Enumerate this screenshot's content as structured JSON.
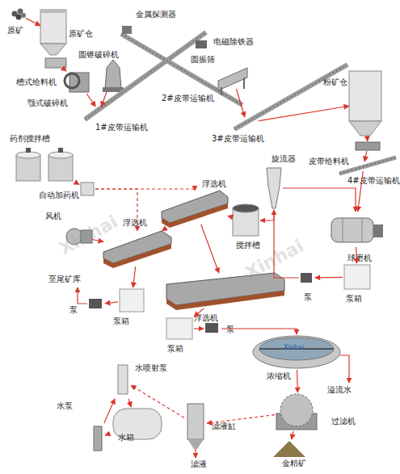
{
  "diagram": {
    "nodes": [
      {
        "text": [
          "原矿"
        ]
      },
      {
        "text": [
          "原矿仓"
        ]
      },
      {
        "text": [
          "槽式给料机"
        ]
      },
      {
        "text": [
          "颚式破碎机"
        ]
      },
      {
        "text": [
          "圆锥破碎机"
        ]
      },
      {
        "text": [
          "金属探测器"
        ]
      },
      {
        "text": [
          "电磁除铁器"
        ]
      },
      {
        "text": [
          "圆振筛"
        ]
      },
      {
        "text": [
          "1#皮带运输机"
        ]
      },
      {
        "text": [
          "2#皮带运输机"
        ]
      },
      {
        "text": [
          "3#皮带运输机"
        ]
      },
      {
        "text": [
          "粉矿仓"
        ]
      },
      {
        "text": [
          "皮带给料机"
        ]
      },
      {
        "text": [
          "4#皮带运输机"
        ]
      },
      {
        "text": [
          "药剂搅拌槽"
        ]
      },
      {
        "text": [
          "自动加药机"
        ]
      },
      {
        "text": [
          "浮选机"
        ]
      },
      {
        "text": [
          "旋流器"
        ]
      },
      {
        "text": [
          "风机"
        ]
      },
      {
        "text": [
          "搅拌槽"
        ]
      },
      {
        "text": [
          "球磨机"
        ]
      },
      {
        "text": [
          "浮选机"
        ]
      },
      {
        "text": [
          "泵箱"
        ]
      },
      {
        "text": [
          "泵"
        ]
      },
      {
        "text": [
          "泵"
        ]
      },
      {
        "text": [
          "泵箱"
        ]
      },
      {
        "text": [
          "浮选机"
        ]
      },
      {
        "text": [
          "泵箱"
        ]
      },
      {
        "text": [
          "泵"
        ]
      },
      {
        "text": [
          "浓缩机"
        ]
      },
      {
        "text": [
          "水喷射泵"
        ]
      },
      {
        "text": [
          "过滤机"
        ]
      },
      {
        "text": [
          "水泵"
        ]
      },
      {
        "text": [
          "水箱"
        ]
      },
      {
        "text": [
          "滤液缸"
        ]
      },
      {
        "text": [
          "金精矿"
        ]
      }
    ],
    "edges": [
      {
        "from": 0,
        "to": 1,
        "arrow": "to"
      },
      {
        "from": 2,
        "to": 3,
        "arrow": "to"
      },
      {
        "from": 3,
        "to": 8,
        "arrow": "to"
      },
      {
        "from": 4,
        "to": 8,
        "arrow": "to"
      },
      {
        "from": 7,
        "to": 10,
        "arrow": "to"
      },
      {
        "from": 10,
        "to": 11,
        "arrow": "to"
      },
      {
        "from": 11,
        "to": 12,
        "arrow": "to"
      },
      {
        "from": 12,
        "to": 13,
        "arrow": "to"
      },
      {
        "from": 13,
        "to": 20,
        "arrow": "to"
      },
      {
        "from": 20,
        "to": 22,
        "arrow": "to"
      },
      {
        "from": 22,
        "to": 23,
        "arrow": "to"
      },
      {
        "from": 23,
        "to": 17,
        "arrow": "to"
      },
      {
        "from": 17,
        "to": 19,
        "arrow": "to"
      },
      {
        "from": 17,
        "to": 20,
        "arrow": "to"
      },
      {
        "from": 19,
        "to": 16,
        "arrow": "to"
      },
      {
        "from": 16,
        "to": 21,
        "arrow": "to"
      },
      {
        "from": 16,
        "to": 26,
        "arrow": "to"
      },
      {
        "from": 21,
        "to": 25,
        "arrow": "to"
      },
      {
        "from": 25,
        "to": 24,
        "arrow": "to"
      },
      {
        "from": 26,
        "to": 27,
        "arrow": "to"
      },
      {
        "from": 27,
        "to": 28,
        "arrow": "to"
      },
      {
        "from": 28,
        "to": 29,
        "arrow": "to"
      },
      {
        "from": 29,
        "to": 31,
        "arrow": "to"
      },
      {
        "from": 31,
        "to": 35,
        "arrow": "to"
      },
      {
        "from": 31,
        "to": 34,
        "arrow": "to"
      },
      {
        "from": 33,
        "to": 32,
        "arrow": "to"
      },
      {
        "from": 32,
        "to": 30,
        "arrow": "to"
      },
      {
        "from": 30,
        "to": 33,
        "arrow": "to"
      },
      {
        "from": 34,
        "to": 30,
        "arrow": "to"
      },
      {
        "from": 14,
        "to": 15,
        "arrow": "to"
      },
      {
        "from": 15,
        "to": 16,
        "arrow": "to"
      },
      {
        "from": 15,
        "to": 21,
        "arrow": "to"
      },
      {
        "from": 18,
        "to": 21,
        "arrow": "to"
      }
    ],
    "labels": [
      "至尾矿库",
      "溢流水",
      "滤液",
      "Xinhai",
      "Xinhai",
      "Xinhai"
    ]
  }
}
